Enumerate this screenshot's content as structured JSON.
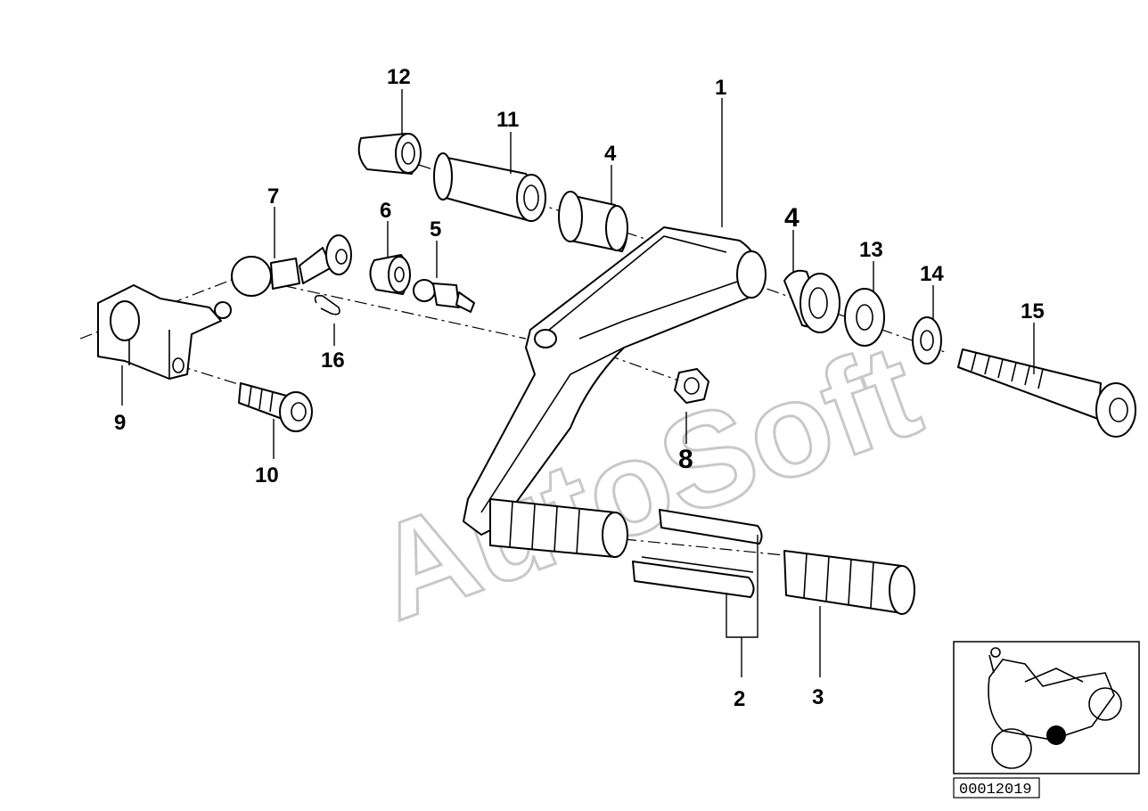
{
  "watermark": "AutoSoft",
  "diagram_id": "00012019",
  "callouts": [
    {
      "id": "c1",
      "label": "1"
    },
    {
      "id": "c2",
      "label": "2"
    },
    {
      "id": "c3",
      "label": "3"
    },
    {
      "id": "c4a",
      "label": "4"
    },
    {
      "id": "c4b",
      "label": "4"
    },
    {
      "id": "c5",
      "label": "5"
    },
    {
      "id": "c6",
      "label": "6"
    },
    {
      "id": "c7",
      "label": "7"
    },
    {
      "id": "c8",
      "label": "8"
    },
    {
      "id": "c9",
      "label": "9"
    },
    {
      "id": "c10",
      "label": "10"
    },
    {
      "id": "c11",
      "label": "11"
    },
    {
      "id": "c12",
      "label": "12"
    },
    {
      "id": "c13",
      "label": "13"
    },
    {
      "id": "c14",
      "label": "14"
    },
    {
      "id": "c15",
      "label": "15"
    },
    {
      "id": "c16",
      "label": "16"
    }
  ]
}
